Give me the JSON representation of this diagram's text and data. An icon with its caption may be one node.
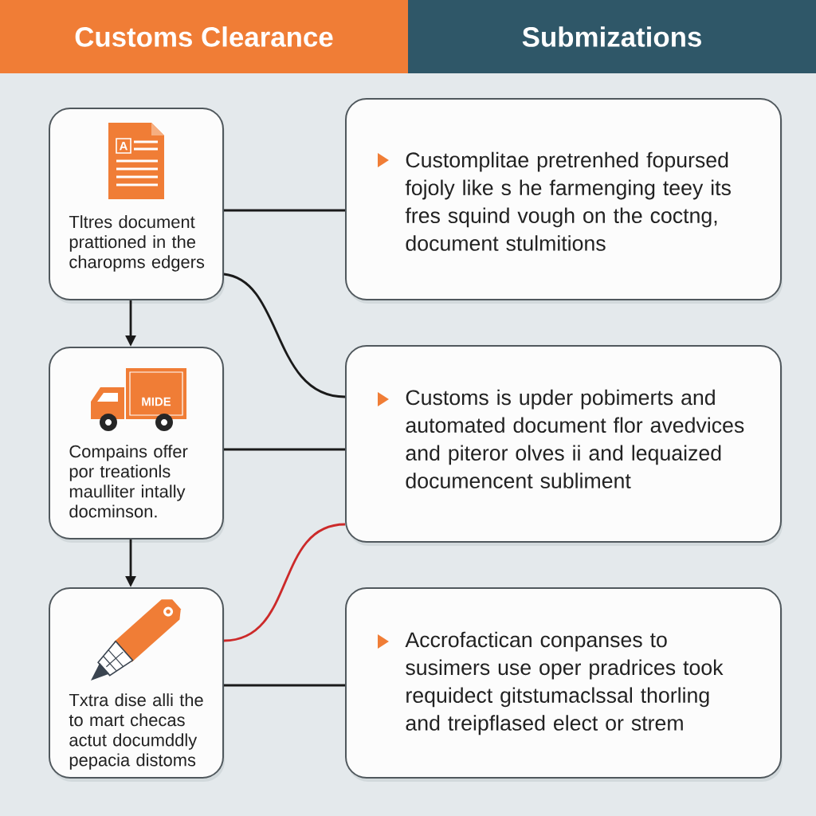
{
  "diagram": {
    "nodes": [
      {
        "text": [
          "Customs Clearance"
        ]
      },
      {
        "text": [
          "Submizations"
        ]
      },
      {
        "text": [
          "Tltres document prattioned in the charopms edgers"
        ]
      },
      {
        "text": [
          "Customplitae pretrenhed fopursed fojoly like s he farmenging teey its fres squind vough on the coctng, document stulmitions"
        ]
      },
      {
        "text": [
          "Compains offer por treationls maulliter intally docminson."
        ]
      },
      {
        "text": [
          "Customs is upder pobimerts and automated document flor avedvices and piteror olves ii and lequaized documencent subliment"
        ]
      },
      {
        "text": [
          "Txtra dise alli the to mart checas actut documddly pepacia distoms"
        ]
      },
      {
        "text": [
          "Accrofactican conpanses to susimers use oper pradrices took requidect gitstumaclssal thorling and treipflased elect or strem"
        ]
      }
    ],
    "edges": [
      {
        "from": 2,
        "to": 4,
        "arrow": "to"
      },
      {
        "from": 4,
        "to": 6,
        "arrow": "to"
      },
      {
        "from": 2,
        "to": 3,
        "arrow": "none"
      },
      {
        "from": 2,
        "to": 5,
        "arrow": "none"
      },
      {
        "from": 4,
        "to": 5,
        "arrow": "none"
      },
      {
        "from": 6,
        "to": 5,
        "arrow": "none",
        "color": "#cc2a2a"
      },
      {
        "from": 6,
        "to": 7,
        "arrow": "none"
      }
    ],
    "labels": [
      "A",
      "MIDE"
    ]
  }
}
